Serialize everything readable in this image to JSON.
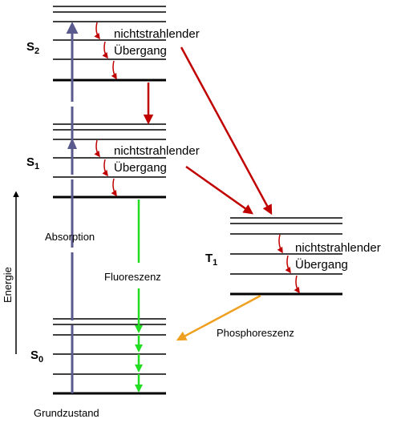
{
  "states": {
    "s2": {
      "letter": "S",
      "sub": "2"
    },
    "s1": {
      "letter": "S",
      "sub": "1"
    },
    "t1": {
      "letter": "T",
      "sub": "1"
    },
    "s0": {
      "letter": "S",
      "sub": "0"
    }
  },
  "labels": {
    "nonradiative_line1": "nichtstrahlender",
    "nonradiative_line2": "Übergang",
    "absorption": "Absorption",
    "fluorescence": "Fluoreszenz",
    "phosphorescence": "Phosphoreszenz",
    "energy": "Energie",
    "ground_state": "Grundzustand"
  },
  "colors": {
    "levels": "#000000",
    "absorption": "#5b5a8e",
    "nonradiative": "#c00000",
    "fluorescence": "#22dd22",
    "phosphorescence": "#f0a020",
    "intersystem": "#c00000"
  }
}
